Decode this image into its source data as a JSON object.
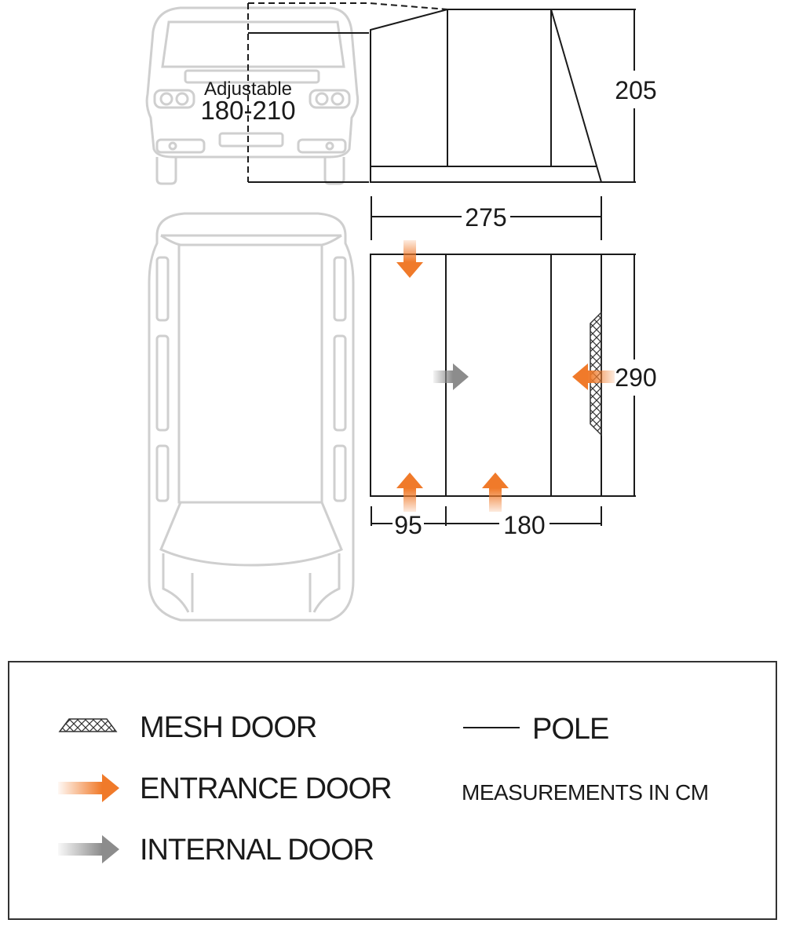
{
  "diagram": {
    "adjustable_label": "Adjustable",
    "adjustable_range": "180-210",
    "height_dim": "205",
    "width_dim": "275",
    "depth_dim": "290",
    "section_left_dim": "95",
    "section_right_dim": "180"
  },
  "legend": {
    "mesh_door": "MESH DOOR",
    "entrance_door": "ENTRANCE DOOR",
    "internal_door": "INTERNAL DOOR",
    "pole": "POLE",
    "units_note": "MEASUREMENTS IN CM"
  },
  "colors": {
    "entrance_arrow": "#f07a2a",
    "internal_arrow": "#8c8c8c",
    "vehicle_outline": "#cfcfcf",
    "tent_outline": "#1a1a1a"
  }
}
